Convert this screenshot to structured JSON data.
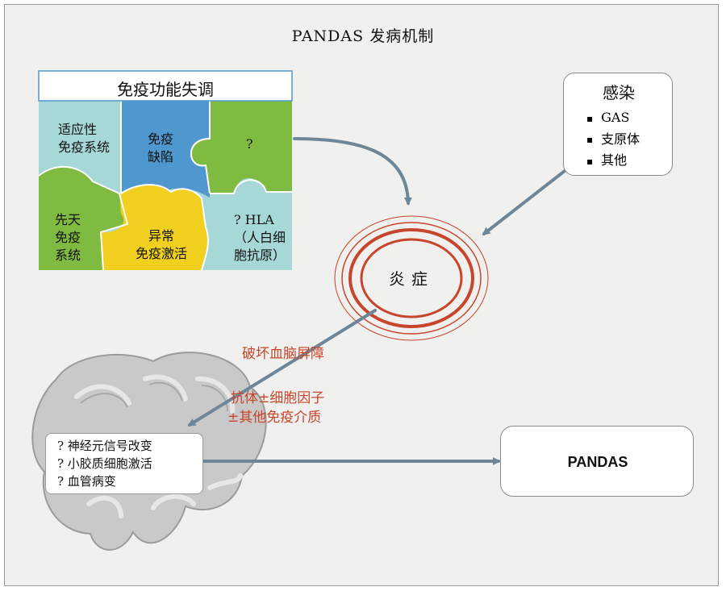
{
  "title": "PANDAS 发病机制",
  "puzzle": {
    "title": "免疫功能失调",
    "pieces": {
      "adaptive": [
        "适应性",
        "免疫系统"
      ],
      "deficiency": [
        "免疫",
        "缺陷"
      ],
      "unknown": "?",
      "innate": [
        "先天",
        "免疫",
        "系统"
      ],
      "abnormal": [
        "异常",
        "免疫激活"
      ],
      "hla": [
        "? HLA",
        "（人白细",
        "胞抗原）"
      ]
    }
  },
  "infection": {
    "title": "感染",
    "items": [
      "GAS",
      "支原体",
      "其他"
    ]
  },
  "inflammation": "炎症",
  "pathway": {
    "bbb": "破坏血脑屏障",
    "agents_line1": "抗体±细胞因子",
    "agents_line2": "±其他免疫介质"
  },
  "neuro": {
    "items": [
      "? 神经元信号改变",
      "? 小胶质细胞激活",
      "? 血管病变"
    ]
  },
  "outcome": "PANDAS",
  "colors": {
    "teal": "#a6d8d8",
    "blue": "#4e98cf",
    "green": "#7fba41",
    "yellow": "#f0cf1e",
    "red": "#c7452a",
    "arrow": "#6e8798"
  }
}
